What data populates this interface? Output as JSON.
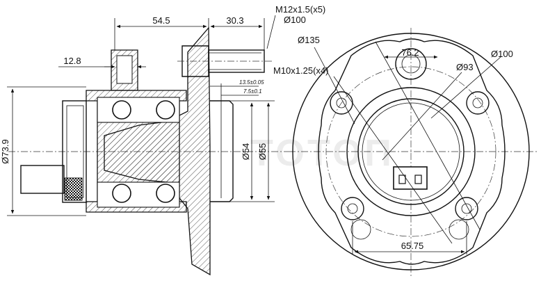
{
  "drawing": {
    "watermark": "ΤΟΤΟΠ",
    "side_view": {
      "dim_54_5": "54.5",
      "dim_30_3": "30.3",
      "dim_12_8": "12.8",
      "stud_thread": "M12x1.5(x5)",
      "stud_circle": "Ø100",
      "dim_73_9": "Ø73.9",
      "dim_54": "Ø54",
      "dim_55": "Ø55",
      "tol_1": "13.5±0.05",
      "tol_2": "7.5±0.1"
    },
    "front_view": {
      "dim_135": "Ø135",
      "dim_76_2": "76.2",
      "dim_100": "Ø100",
      "bolt_thread": "M10x1.25(x4)",
      "dim_93": "Ø93",
      "dim_65_75": "65.75"
    }
  }
}
